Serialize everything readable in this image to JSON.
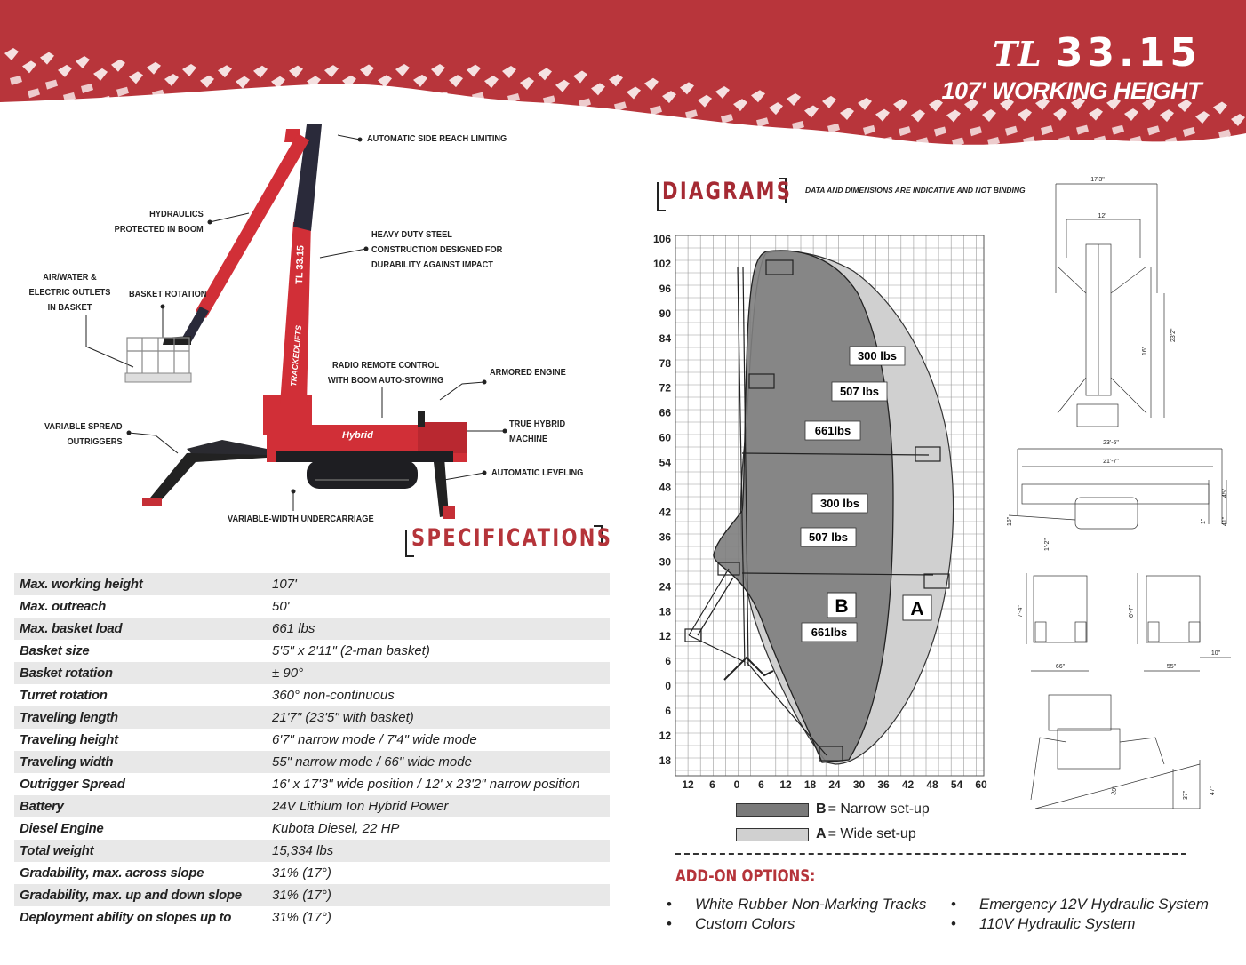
{
  "brand": {
    "logo": "TL",
    "model": "33.15",
    "working_height": "107' WORKING HEIGHT"
  },
  "callouts": {
    "side_reach": "AUTOMATIC SIDE REACH LIMITING",
    "hydraulics": "HYDRAULICS\nPROTECTED IN BOOM",
    "steel": "HEAVY DUTY STEEL\nCONSTRUCTION DESIGNED FOR\nDURABILITY AGAINST IMPACT",
    "air_water": "AIR/WATER &\nELECTRIC OUTLETS\nIN BASKET",
    "basket_rotation": "BASKET ROTATION",
    "radio": "RADIO REMOTE CONTROL\nWITH BOOM AUTO-STOWING",
    "armored": "ARMORED ENGINE",
    "hybrid": "TRUE HYBRID\nMACHINE",
    "outriggers": "VARIABLE SPREAD\nOUTRIGGERS",
    "leveling": "AUTOMATIC LEVELING",
    "undercarriage": "VARIABLE-WIDTH UNDERCARRIAGE"
  },
  "machine_labels": {
    "mast": "TL 33.15",
    "brand": "TRACKEDLIFTS",
    "hybrid": "Hybrid"
  },
  "specs_title": "SPECIFICATIONS",
  "specs": [
    {
      "label": "Max. working height",
      "value": "107'"
    },
    {
      "label": "Max. outreach",
      "value": "50'"
    },
    {
      "label": "Max. basket load",
      "value": "661 lbs"
    },
    {
      "label": "Basket size",
      "value": "5'5\" x 2'11\" (2-man basket)"
    },
    {
      "label": "Basket rotation",
      "value": "± 90°"
    },
    {
      "label": "Turret rotation",
      "value": "360° non-continuous"
    },
    {
      "label": "Traveling length",
      "value": "21'7\" (23'5\" with basket)"
    },
    {
      "label": "Traveling height",
      "value": "6'7\" narrow mode  /  7'4\" wide mode"
    },
    {
      "label": "Traveling width",
      "value": "55\" narrow mode  /  66\" wide mode"
    },
    {
      "label": "Outrigger Spread",
      "value": "16' x 17'3\" wide position / 12' x 23'2\" narrow position"
    },
    {
      "label": "Battery",
      "value": "24V Lithium Ion Hybrid Power"
    },
    {
      "label": "Diesel Engine",
      "value": "Kubota Diesel, 22 HP"
    },
    {
      "label": "Total weight",
      "value": "15,334 lbs"
    },
    {
      "label": "Gradability, max. across slope",
      "value": "31% (17°)"
    },
    {
      "label": "Gradability, max. up and down slope",
      "value": "31% (17°)"
    },
    {
      "label": "Deployment ability on slopes up to",
      "value": "31% (17°)"
    }
  ],
  "diagrams_title": "DIAGRAMS",
  "disclaimer": "DATA AND DIMENSIONS ARE INDICATIVE AND NOT BINDING",
  "chart": {
    "y_ticks": [
      "106",
      "102",
      "96",
      "90",
      "84",
      "78",
      "72",
      "66",
      "60",
      "54",
      "48",
      "42",
      "36",
      "30",
      "24",
      "18",
      "12",
      "6",
      "0",
      "6",
      "12",
      "18"
    ],
    "x_ticks": [
      "12",
      "6",
      "0",
      "6",
      "12",
      "18",
      "24",
      "30",
      "36",
      "42",
      "48",
      "54",
      "60"
    ],
    "load_labels": [
      "300 lbs",
      "507 lbs",
      "661lbs",
      "300 lbs",
      "507 lbs",
      "661lbs"
    ],
    "zone_labels": [
      "B",
      "A"
    ],
    "colors": {
      "narrow": "#7a7a7a",
      "wide": "#cfcfcf"
    }
  },
  "legend": [
    {
      "key": "B",
      "text": "= Narrow set-up",
      "color": "#7a7a7a"
    },
    {
      "key": "A",
      "text": "= Wide set-up",
      "color": "#d0d0d0"
    }
  ],
  "addon_title": "ADD-ON OPTIONS:",
  "addons_left": [
    "White Rubber Non-Marking Tracks",
    "Custom Colors"
  ],
  "addons_right": [
    "Emergency 12V Hydraulic System",
    "110V Hydraulic System"
  ],
  "dimensions": {
    "top_width": "17'3\"",
    "top_inner": "12'",
    "top_long": "23'2\"",
    "top_side": "16'",
    "side_total": "23'-5\"",
    "side_inner": "21'-7\"",
    "side_h1": "45\"",
    "side_h2": "41\"",
    "side_h3": "1'-2\"",
    "side_left": "16\"",
    "side_low": "1\"",
    "front_h_wide": "7'-4\"",
    "front_w_wide": "66\"",
    "front_h_narrow": "6'-7\"",
    "front_w_narrow": "55\"",
    "front_track": "10\"",
    "slope_angle": "20°",
    "slope_h1": "37\"",
    "slope_h2": "47\""
  }
}
